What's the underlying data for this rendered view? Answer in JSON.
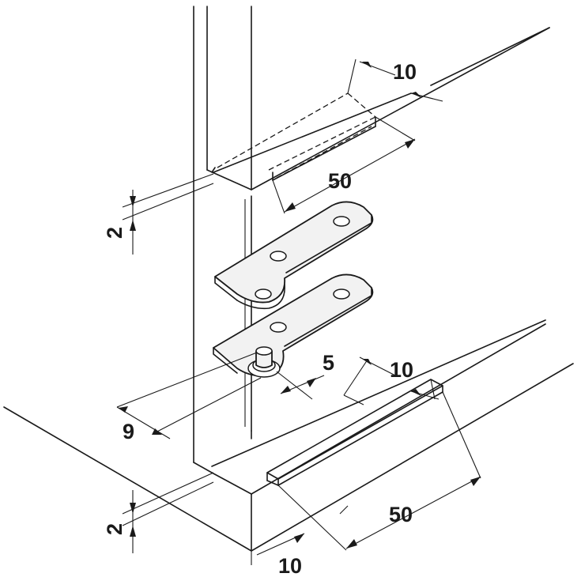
{
  "dimensions": {
    "top_slot_width": "10",
    "top_slot_length": "50",
    "top_gap": "2",
    "pin_offset": "5",
    "pin_height": "9",
    "bottom_slot_width": "10",
    "bottom_slot_length": "50",
    "bottom_gap": "2",
    "bottom_edge_offset": "10"
  }
}
